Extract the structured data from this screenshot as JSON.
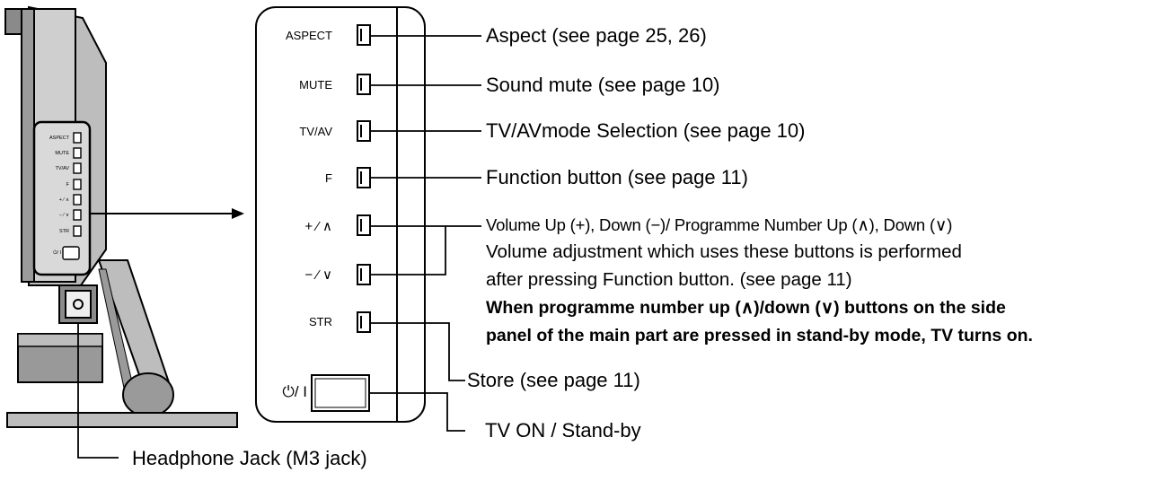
{
  "panel_labels": {
    "aspect": "ASPECT",
    "mute": "MUTE",
    "tvav": "TV/AV",
    "f": "F",
    "plus_up": "+ ⁄ ∧",
    "minus_down": "− ⁄ ∨",
    "str": "STR",
    "power": "⏻/ I"
  },
  "callouts": {
    "aspect": "Aspect (see page 25, 26)",
    "mute": "Sound mute (see page 10)",
    "tvav": "TV/AVmode Selection (see page 10)",
    "function": "Function button (see page 11)",
    "volume_line1": "Volume Up (+), Down (−)/ Programme Number Up (∧), Down (∨)",
    "volume_line2": "Volume adjustment which uses these buttons is performed",
    "volume_line3": "after pressing Function button. (see page 11)",
    "note_line1": "When programme number up (∧)/down (∨) buttons on the side",
    "note_line2": "panel of the main part are pressed in stand-by mode, TV turns on.",
    "store": "Store (see page 11)",
    "power": "TV ON / Stand-by",
    "headphone": "Headphone Jack (M3 jack)"
  },
  "colors": {
    "line": "#000000",
    "body_gray": "#bdbdbd",
    "dark_gray": "#7a7a7a"
  }
}
